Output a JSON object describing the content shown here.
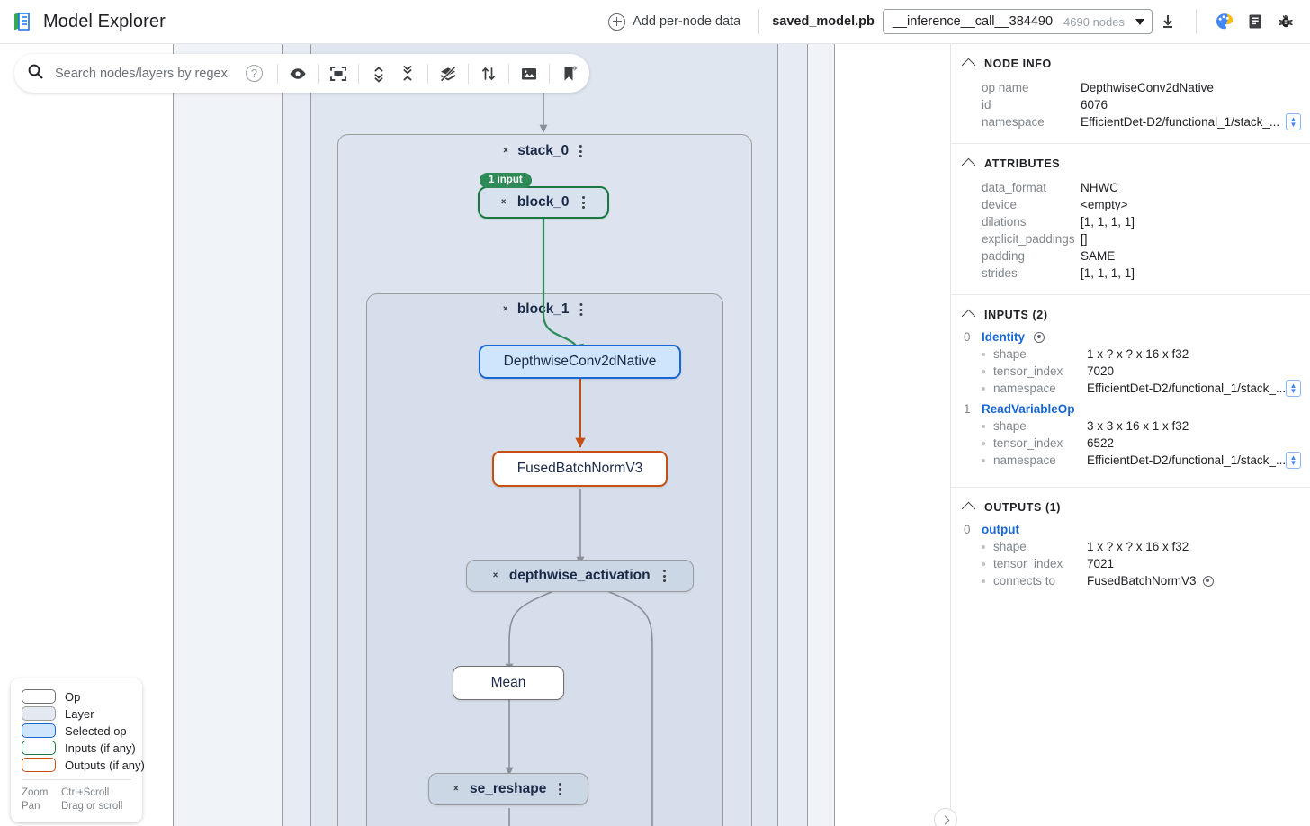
{
  "header": {
    "logo_icon": "model-explorer-logo-icon",
    "title": "Model Explorer",
    "add_per_node_data": "Add per-node data",
    "model_name": "saved_model.pb",
    "graph_name": "__inference__call__384490",
    "node_count": "4690 nodes",
    "icons": [
      "download-icon",
      "palette-icon",
      "notes-icon",
      "bug-icon"
    ]
  },
  "toolbar": {
    "search_placeholder": "Search nodes/layers by regex",
    "search_value": "",
    "help_glyph": "?",
    "icons": [
      "visibility-eye-icon",
      "fit-to-screen-icon",
      "expand-all-layers-icon",
      "collapse-all-layers-icon",
      "hide-layers-icon",
      "flip-direction-icon",
      "download-image-icon",
      "add-bookmark-icon"
    ]
  },
  "legend": {
    "rows": [
      {
        "label": "Op",
        "fill": "#ffffff",
        "border": "#707070"
      },
      {
        "label": "Layer",
        "fill": "#e4e9f1",
        "border": "#9c9c9c"
      },
      {
        "label": "Selected op",
        "fill": "#cfe5fb",
        "border": "#1967d2"
      },
      {
        "label": "Inputs (if any)",
        "fill": "#ffffff",
        "border": "#19793f"
      },
      {
        "label": "Outputs (if any)",
        "fill": "#ffffff",
        "border": "#c5500f"
      }
    ],
    "zoom_key": "Zoom",
    "zoom_value": "Ctrl+Scroll",
    "pan_key": "Pan",
    "pan_value": "Drag or scroll"
  },
  "graph": {
    "groups": [
      {
        "label": "stack_0"
      },
      {
        "label": "block_1"
      }
    ],
    "nodes": [
      {
        "label": "block_0",
        "badge": "1 input",
        "kind": "layer-selected-input"
      },
      {
        "label": "DepthwiseConv2dNative",
        "kind": "op-selected"
      },
      {
        "label": "FusedBatchNormV3",
        "kind": "op-outputs"
      },
      {
        "label": "depthwise_activation",
        "kind": "layer"
      },
      {
        "label": "Mean",
        "kind": "op"
      },
      {
        "label": "se_reshape",
        "kind": "layer"
      }
    ]
  },
  "panel": {
    "node_info": {
      "title": "NODE INFO",
      "rows": [
        {
          "key": "op name",
          "value": "DepthwiseConv2dNative",
          "stepper": false
        },
        {
          "key": "id",
          "value": "6076",
          "stepper": false
        },
        {
          "key": "namespace",
          "value": "EfficientDet-D2/functional_1/stack_...",
          "stepper": true
        }
      ]
    },
    "attributes": {
      "title": "ATTRIBUTES",
      "rows": [
        {
          "key": "data_format",
          "value": "NHWC"
        },
        {
          "key": "device",
          "value": "<empty>"
        },
        {
          "key": "dilations",
          "value": "[1, 1, 1, 1]"
        },
        {
          "key": "explicit_paddings",
          "value": "[]"
        },
        {
          "key": "padding",
          "value": "SAME"
        },
        {
          "key": "strides",
          "value": "[1, 1, 1, 1]"
        }
      ]
    },
    "inputs": {
      "title": "INPUTS (2)",
      "items": [
        {
          "index": "0",
          "name": "Identity",
          "has_target": true,
          "rows": [
            {
              "key": "shape",
              "value": "1 x ? x ? x 16 x f32",
              "stepper": false,
              "target": false
            },
            {
              "key": "tensor_index",
              "value": "7020",
              "stepper": false,
              "target": false
            },
            {
              "key": "namespace",
              "value": "EfficientDet-D2/functional_1/stack_...",
              "stepper": true,
              "target": false
            }
          ]
        },
        {
          "index": "1",
          "name": "ReadVariableOp",
          "has_target": false,
          "rows": [
            {
              "key": "shape",
              "value": "3 x 3 x 16 x 1 x f32",
              "stepper": false,
              "target": false
            },
            {
              "key": "tensor_index",
              "value": "6522",
              "stepper": false,
              "target": false
            },
            {
              "key": "namespace",
              "value": "EfficientDet-D2/functional_1/stack_...",
              "stepper": true,
              "target": false
            }
          ]
        }
      ]
    },
    "outputs": {
      "title": "OUTPUTS (1)",
      "items": [
        {
          "index": "0",
          "name": "output",
          "has_target": false,
          "rows": [
            {
              "key": "shape",
              "value": "1 x ? x ? x 16 x f32",
              "stepper": false,
              "target": false
            },
            {
              "key": "tensor_index",
              "value": "7021",
              "stepper": false,
              "target": false
            },
            {
              "key": "connects to",
              "value": "FusedBatchNormV3",
              "stepper": false,
              "target": true
            }
          ]
        }
      ]
    }
  },
  "colors": {
    "selected_blue": "#1967d2",
    "inputs_green": "#19793f",
    "outputs_orange": "#c5500f",
    "edge_gray": "#8a8f98"
  }
}
